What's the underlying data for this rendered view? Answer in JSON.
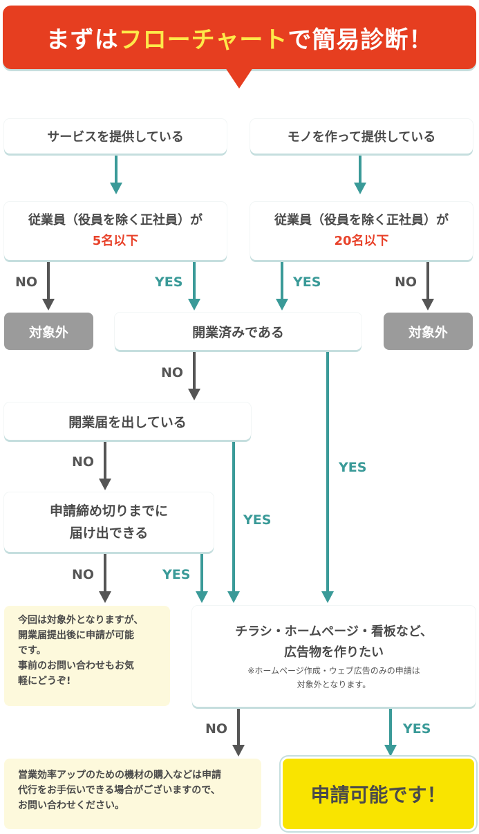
{
  "header": {
    "title_prefix": "まずは",
    "title_highlight": "フローチャート",
    "title_suffix": "で簡易診断！"
  },
  "nodes": {
    "service": "サービスを提供している",
    "goods": "モノを作って提供している",
    "employees_line": "従業員（役員を除く正社員）が",
    "limit_service": "5名以下",
    "limit_goods": "20名以下",
    "not_eligible": "対象外",
    "opened": "開業済みである",
    "filed": "開業届を出している",
    "deadline_line1": "申請締め切りまでに",
    "deadline_line2": "届け出できる",
    "note_line1": "今回は対象外となりますが、",
    "note_line2": "開業届提出後に申請が可能",
    "note_line3": "です。",
    "note_line4": "事前のお問い合わせもお気",
    "note_line5": "軽にどうぞ!",
    "flyer_line1": "チラシ・ホームページ・看板など、",
    "flyer_line2": "広告物を作りたい",
    "flyer_sub1": "※ホームページ作成・ウェブ広告のみの申請は",
    "flyer_sub2": "対象外となります。",
    "equipment_line1": "営業効率アップのための機材の購入などは申請",
    "equipment_line2": "代行をお手伝いできる場合がございますので、",
    "equipment_line3": "お問い合わせください。",
    "result": "申請可能です！"
  },
  "labels": {
    "yes": "YES",
    "no": "NO"
  },
  "colors": {
    "header_red": "#e63e20",
    "header_yellow": "#fde94a",
    "teal": "#3a9a98",
    "dark_arrow": "#555555",
    "gray_box": "#9b9b9b",
    "note_bg": "#fdf9dc",
    "result_bg": "#f9e400",
    "highlight_red": "#e8422a"
  }
}
